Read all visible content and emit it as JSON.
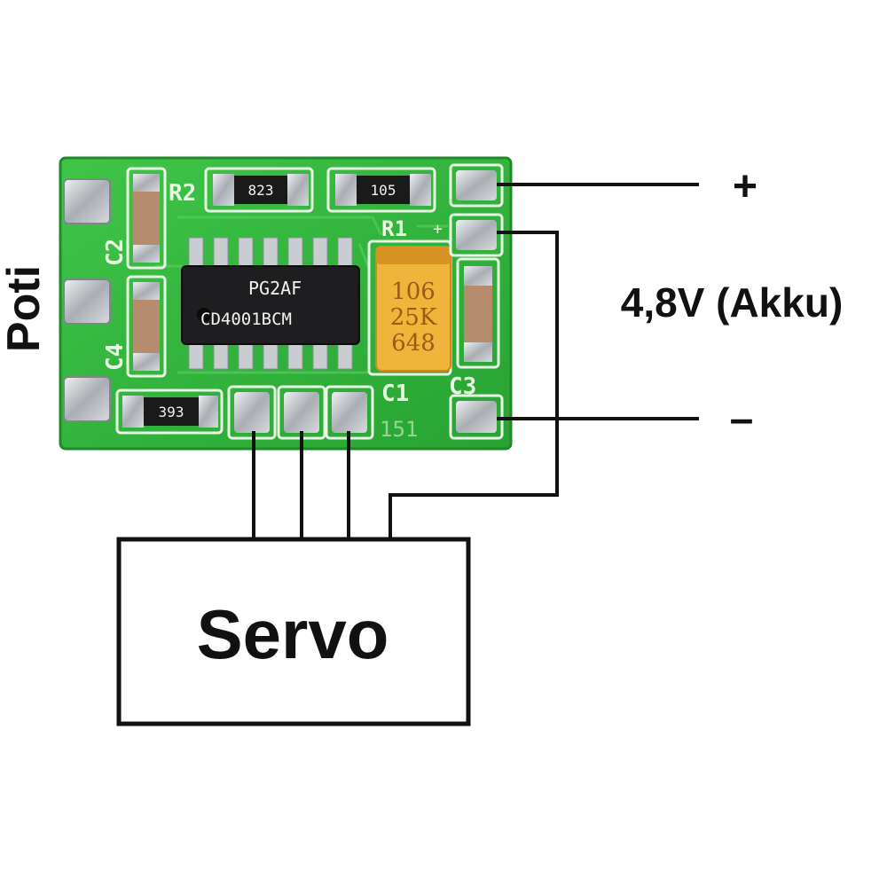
{
  "labels": {
    "poti": "Poti",
    "plus": "+",
    "minus": "–",
    "battery": "4,8V (Akku)",
    "servo": "Servo"
  },
  "board": {
    "silkscreen": {
      "r2": "R2",
      "r1": "R1",
      "c1": "C1",
      "c2": "C2",
      "c3": "C3",
      "c4": "C4",
      "code": "151",
      "plus": "+"
    },
    "resistor_codes": {
      "r2": "823",
      "r1": "105",
      "bottom": "393"
    },
    "ic": {
      "line1": "PG2AF",
      "line2": "CD4001BCM"
    },
    "tantalum": {
      "line1": "106",
      "line2": "25K",
      "line3": "648"
    }
  },
  "colors": {
    "pcb": "#32b43c",
    "pcb_edge": "#1f8a2a",
    "ic": "#1e1e20",
    "tantalum": "#f0b43a",
    "solder": "#c4c8cc",
    "wire": "#111111"
  }
}
